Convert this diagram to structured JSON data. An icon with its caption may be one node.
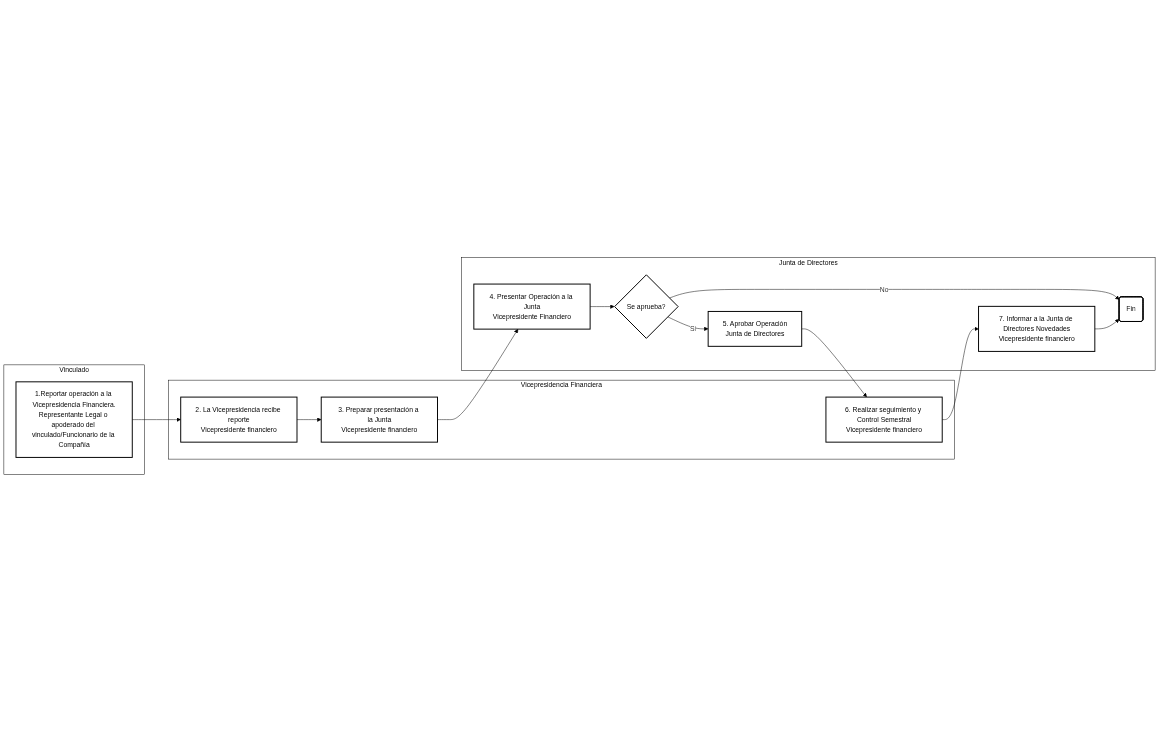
{
  "diagram": {
    "nodes": [
      {
        "text": [
          "Vinculado"
        ]
      },
      {
        "text": [
          "1.Reportar operación a la Vicepresidencia Financiera.",
          "Representante Legal o apoderado del vinculado/Funcionario de la Compañía"
        ],
        "in": 0
      },
      {
        "text": [
          "Vicepresidencia Financiera"
        ]
      },
      {
        "text": [
          "2. La Vicepresidencia recibe reporte",
          "Vicepresidente financiero"
        ],
        "in": 2
      },
      {
        "text": [
          "3. Preparar presentación a la Junta",
          "Vicepresidente financiero"
        ],
        "in": 2
      },
      {
        "text": [
          "6. Realizar seguimiento y Control Semestral",
          "Vicepresidente financiero"
        ],
        "in": 2
      },
      {
        "text": [
          "Junta de Directores"
        ]
      },
      {
        "text": [
          "4. Presentar Operación a la Junta",
          "Vicepresidente Financiero"
        ],
        "in": 6
      },
      {
        "text": [
          "Se aprueba?"
        ],
        "in": 6
      },
      {
        "text": [
          "Fin"
        ],
        "in": 6
      },
      {
        "text": [
          "5. Aprobar Operación",
          "Junta de Directores"
        ],
        "in": 6
      },
      {
        "text": [
          "7. Informar a la Junta de Directores Novedades",
          "Vicepresidente financiero"
        ],
        "in": 6
      }
    ],
    "edges": [
      {
        "from": 1,
        "to": 3,
        "arrow": "to"
      },
      {
        "from": 3,
        "to": 4,
        "arrow": "to"
      },
      {
        "from": 4,
        "to": 7,
        "arrow": "to"
      },
      {
        "from": 7,
        "to": 8,
        "arrow": "to"
      },
      {
        "from": 8,
        "to": 9,
        "arrow": "to",
        "label": "No"
      },
      {
        "from": 8,
        "to": 10,
        "arrow": "to",
        "label": "Si"
      },
      {
        "from": 10,
        "to": 5,
        "arrow": "to"
      },
      {
        "from": 5,
        "to": 11,
        "arrow": "to"
      },
      {
        "from": 11,
        "to": 9,
        "arrow": "to"
      }
    ]
  }
}
